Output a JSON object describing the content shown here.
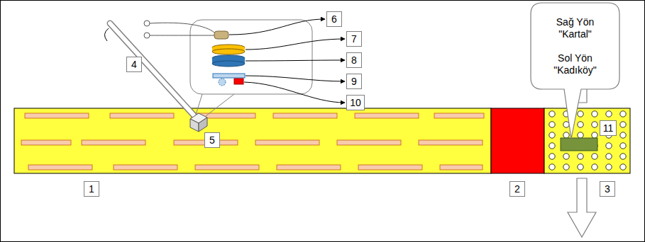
{
  "diagram": {
    "nodes": [
      {
        "text": [
          "6"
        ]
      },
      {
        "text": [
          "Sağ Yön \"Kartal\"",
          "Sol Yön \"Kadıköy\""
        ]
      },
      {
        "text": [
          "7"
        ]
      },
      {
        "text": [
          "4"
        ]
      },
      {
        "text": [
          "8"
        ]
      },
      {
        "text": [
          "9"
        ]
      },
      {
        "text": [
          "10"
        ]
      },
      {
        "text": [
          "5"
        ]
      },
      {
        "text": [
          "11"
        ]
      },
      {
        "text": [
          "1"
        ]
      },
      {
        "text": [
          "2"
        ]
      },
      {
        "text": [
          "3"
        ]
      }
    ]
  }
}
